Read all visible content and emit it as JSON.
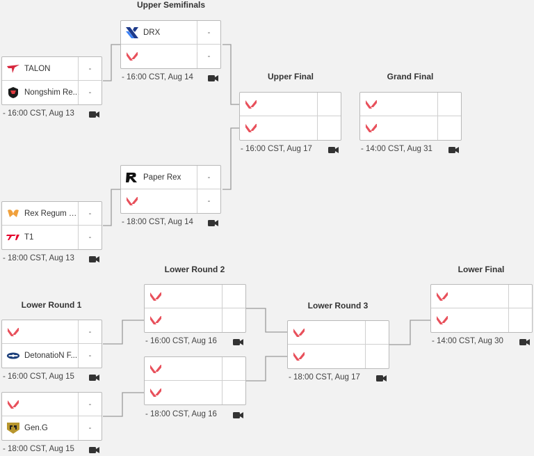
{
  "rounds": {
    "upper_semifinals": "Upper Semifinals",
    "upper_final": "Upper Final",
    "grand_final": "Grand Final",
    "lower_round_1": "Lower Round 1",
    "lower_round_2": "Lower Round 2",
    "lower_round_3": "Lower Round 3",
    "lower_final": "Lower Final"
  },
  "matches": {
    "ur1a": {
      "teams": [
        {
          "name": "TALON",
          "score": "-",
          "logo": "talon-logo"
        },
        {
          "name": "Nongshim Re...",
          "score": "-",
          "logo": "nongshim-logo"
        }
      ],
      "time": "16:00 CST, Aug 13"
    },
    "ur1b": {
      "teams": [
        {
          "name": "Rex Regum Q...",
          "score": "-",
          "logo": "rrq-logo"
        },
        {
          "name": "T1",
          "score": "-",
          "logo": "t1-logo"
        }
      ],
      "time": "18:00 CST, Aug 13"
    },
    "usf1": {
      "teams": [
        {
          "name": "DRX",
          "score": "-",
          "logo": "drx-logo"
        },
        {
          "name": "",
          "score": "-",
          "logo": "valorant-logo"
        }
      ],
      "time": "16:00 CST, Aug 14"
    },
    "usf2": {
      "teams": [
        {
          "name": "Paper Rex",
          "score": "-",
          "logo": "paper-rex-logo"
        },
        {
          "name": "",
          "score": "-",
          "logo": "valorant-logo"
        }
      ],
      "time": "18:00 CST, Aug 14"
    },
    "uf": {
      "teams": [
        {
          "name": "",
          "score": "",
          "logo": "valorant-logo"
        },
        {
          "name": "",
          "score": "",
          "logo": "valorant-logo"
        }
      ],
      "time": "16:00 CST, Aug 17"
    },
    "gf": {
      "teams": [
        {
          "name": "",
          "score": "",
          "logo": "valorant-logo"
        },
        {
          "name": "",
          "score": "",
          "logo": "valorant-logo"
        }
      ],
      "time": "14:00 CST, Aug 31"
    },
    "lr1a": {
      "teams": [
        {
          "name": "",
          "score": "-",
          "logo": "valorant-logo"
        },
        {
          "name": "DetonatioN F...",
          "score": "-",
          "logo": "detonation-logo"
        }
      ],
      "time": "16:00 CST, Aug 15"
    },
    "lr1b": {
      "teams": [
        {
          "name": "",
          "score": "-",
          "logo": "valorant-logo"
        },
        {
          "name": "Gen.G",
          "score": "-",
          "logo": "geng-logo"
        }
      ],
      "time": "18:00 CST, Aug 15"
    },
    "lr2a": {
      "teams": [
        {
          "name": "",
          "score": "",
          "logo": "valorant-logo"
        },
        {
          "name": "",
          "score": "",
          "logo": "valorant-logo"
        }
      ],
      "time": "16:00 CST, Aug 16"
    },
    "lr2b": {
      "teams": [
        {
          "name": "",
          "score": "",
          "logo": "valorant-logo"
        },
        {
          "name": "",
          "score": "",
          "logo": "valorant-logo"
        }
      ],
      "time": "18:00 CST, Aug 16"
    },
    "lr3": {
      "teams": [
        {
          "name": "",
          "score": "",
          "logo": "valorant-logo"
        },
        {
          "name": "",
          "score": "",
          "logo": "valorant-logo"
        }
      ],
      "time": "18:00 CST, Aug 17"
    },
    "lf": {
      "teams": [
        {
          "name": "",
          "score": "",
          "logo": "valorant-logo"
        },
        {
          "name": "",
          "score": "",
          "logo": "valorant-logo"
        }
      ],
      "time": "14:00 CST, Aug 30"
    }
  },
  "icons": {
    "camera": "video-camera-icon",
    "time_prefix": "-"
  },
  "colors": {
    "valorant_red": "#e8505b",
    "line": "#9a9a9a",
    "border": "#b9b9b9"
  }
}
